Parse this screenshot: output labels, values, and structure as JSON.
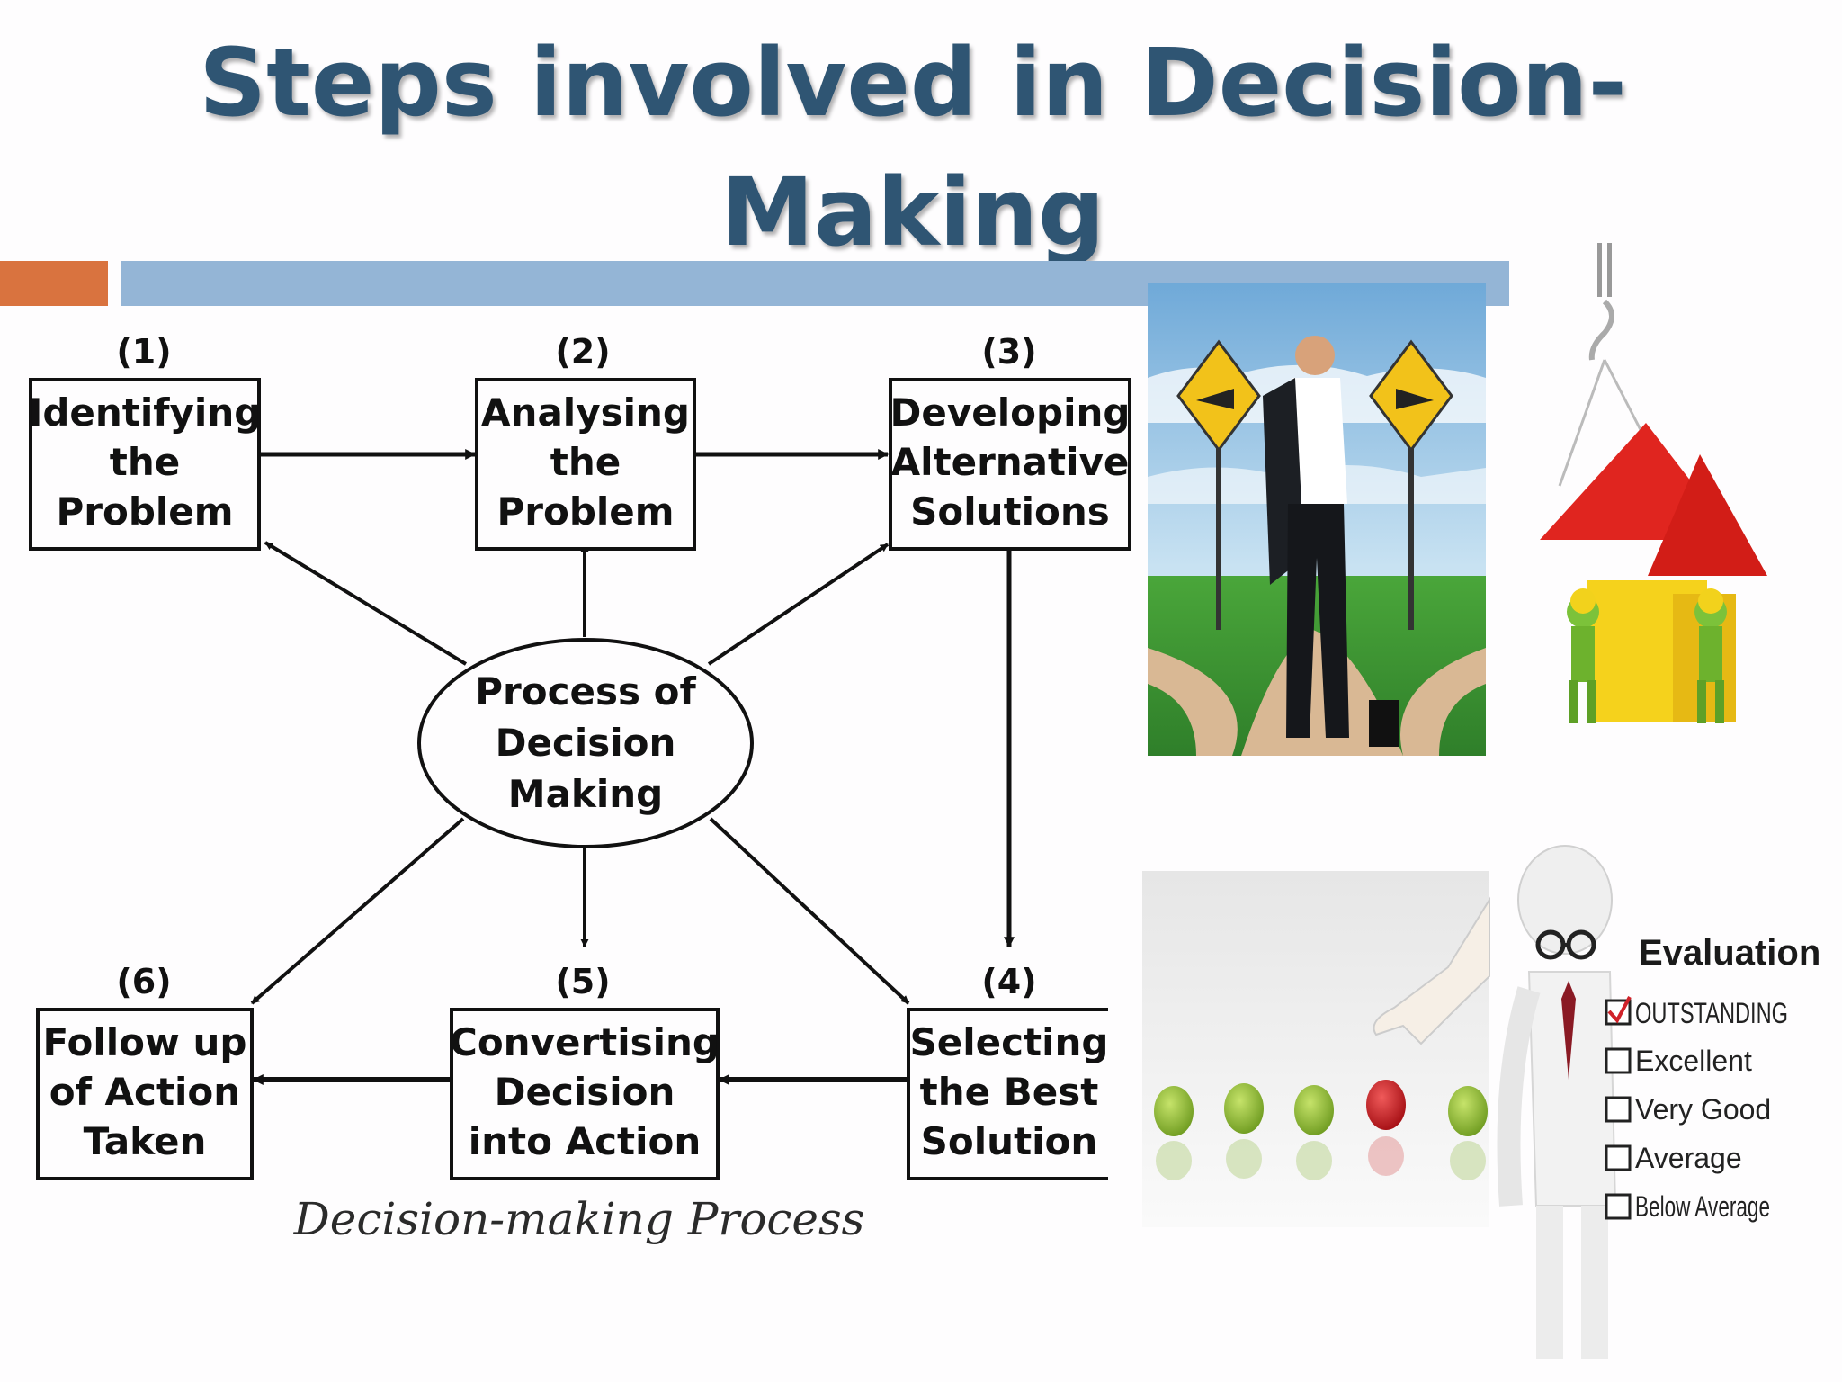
{
  "title": {
    "line1": "Steps involved in Decision-",
    "line2": "Making"
  },
  "colors": {
    "title": "#2f5573",
    "accent_orange": "#d9733f",
    "accent_blue": "#94b5d6"
  },
  "diagram": {
    "center": {
      "lines": [
        "Process of",
        "Decision",
        "Making"
      ]
    },
    "steps": [
      {
        "number": "(1)",
        "lines": [
          "Identifying",
          "the",
          "Problem"
        ]
      },
      {
        "number": "(2)",
        "lines": [
          "Analysing",
          "the",
          "Problem"
        ]
      },
      {
        "number": "(3)",
        "lines": [
          "Developing",
          "Alternative",
          "Solutions"
        ]
      },
      {
        "number": "(4)",
        "lines": [
          "Selecting",
          "the Best",
          "Solution"
        ]
      },
      {
        "number": "(5)",
        "lines": [
          "Convertising",
          "Decision",
          "into Action"
        ]
      },
      {
        "number": "(6)",
        "lines": [
          "Follow up",
          "of Action",
          "Taken"
        ]
      }
    ],
    "caption": "Decision-making Process"
  },
  "images": {
    "crossroads": "businessman-at-crossroads-illustration",
    "puzzle": "crane-lifting-puzzle-piece-illustration",
    "apples": "hand-picking-red-apple-illustration",
    "evaluation": {
      "heading": "Evaluation",
      "options": [
        "OUTSTANDING",
        "Excellent",
        "Very Good",
        "Average",
        "Below Average"
      ],
      "checked": "OUTSTANDING"
    }
  }
}
